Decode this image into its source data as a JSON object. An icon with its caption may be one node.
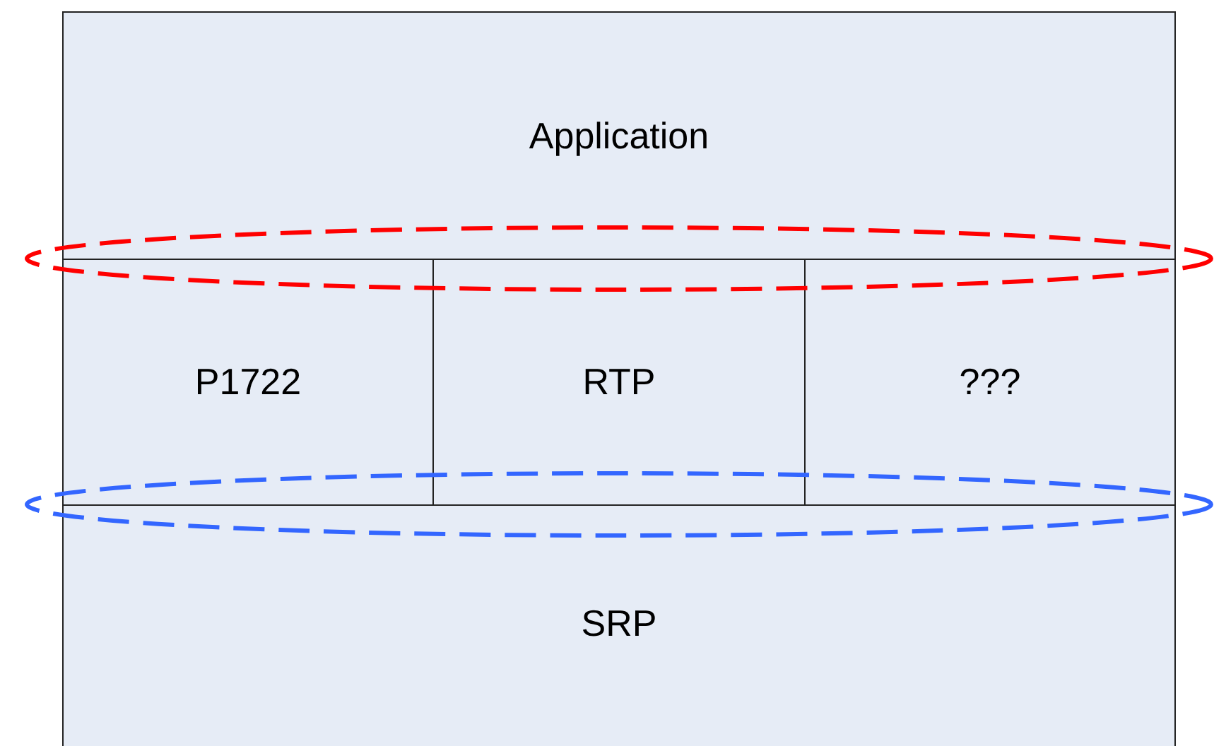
{
  "diagram": {
    "nodes": [
      {
        "text": [
          "Application"
        ]
      },
      {
        "text": [
          "P1722"
        ]
      },
      {
        "text": [
          "RTP"
        ]
      },
      {
        "text": [
          "???"
        ]
      },
      {
        "text": [
          "SRP"
        ]
      }
    ]
  }
}
